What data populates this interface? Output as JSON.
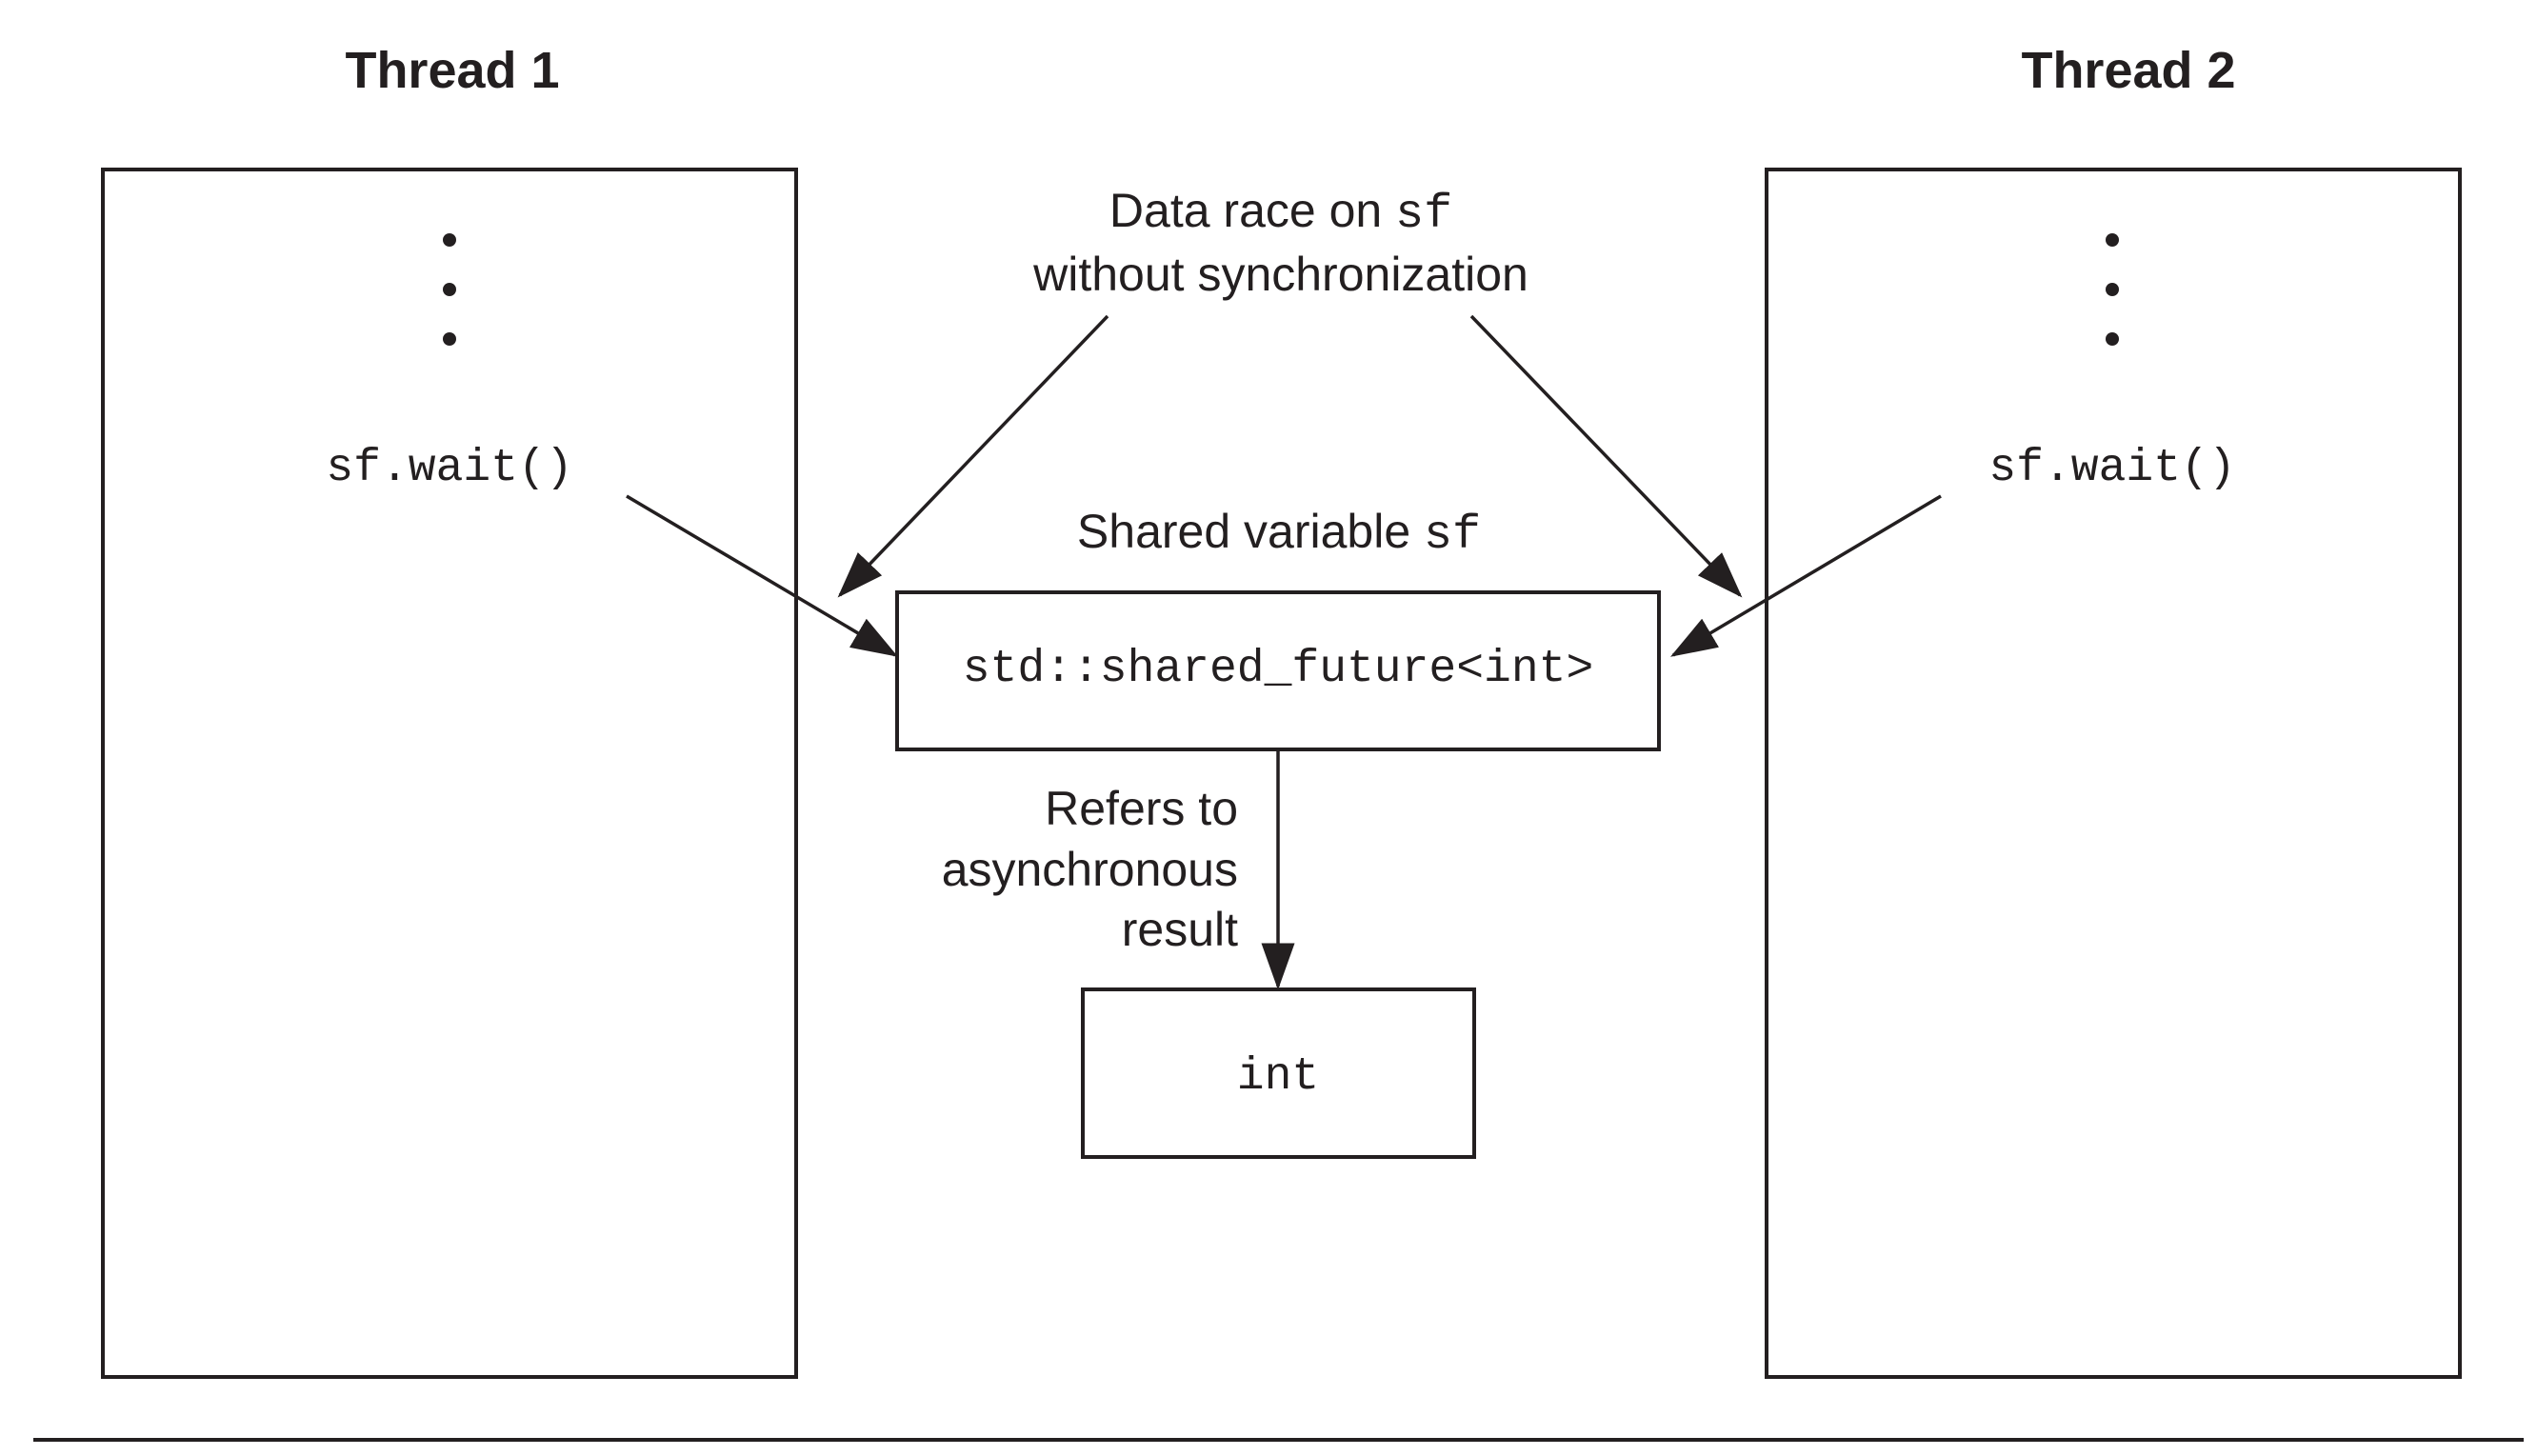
{
  "thread1": {
    "title": "Thread 1",
    "call": "sf.wait()"
  },
  "thread2": {
    "title": "Thread 2",
    "call": "sf.wait()"
  },
  "race_label": {
    "line1_text": "Data race on ",
    "line1_code": "sf",
    "line2": "without synchronization"
  },
  "shared_label": {
    "text": "Shared variable ",
    "code": "sf"
  },
  "shared_box": {
    "type": "std::shared_future<int>"
  },
  "refers_label": {
    "line1": "Refers to",
    "line2": "asynchronous",
    "line3": "result"
  },
  "result_box": {
    "type": "int"
  },
  "colors": {
    "ink": "#231f20",
    "background": "#ffffff"
  }
}
